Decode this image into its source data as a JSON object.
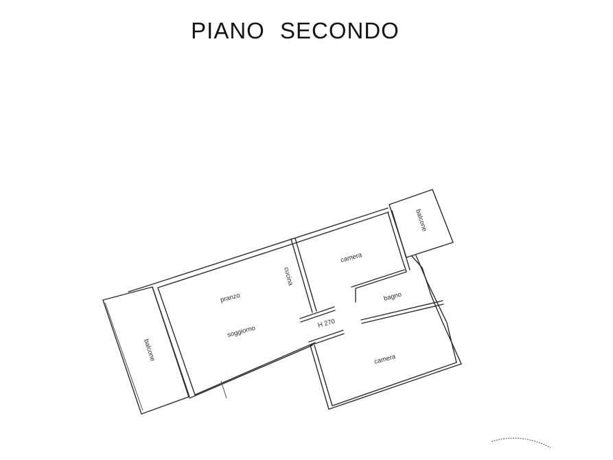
{
  "title": "PIANO SECONDO",
  "rooms": {
    "balcone_left": "balcone",
    "balcone_right": "balcone",
    "pranzo": "pranzo",
    "soggiorno": "soggiorno",
    "cucina": "cucina",
    "camera_top": "camera",
    "bagno": "bagno",
    "camera_bottom": "camera"
  },
  "height_label": "H 270",
  "colors": {
    "line": "#2a2a2a",
    "background": "#ffffff"
  }
}
